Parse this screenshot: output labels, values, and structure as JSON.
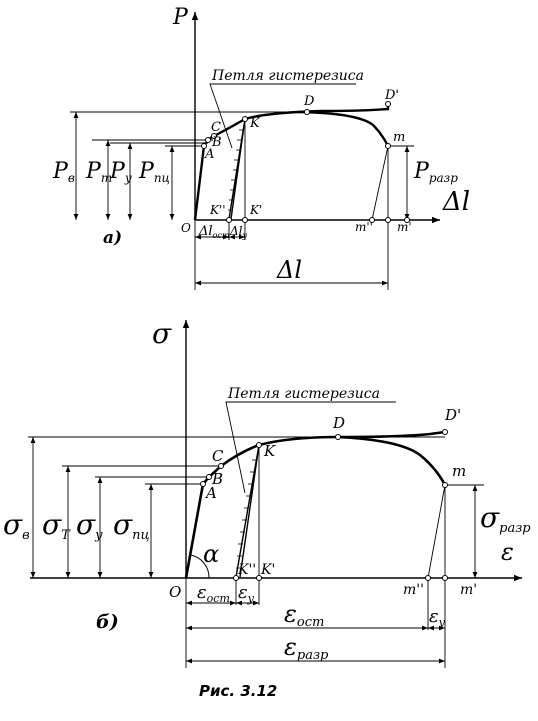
{
  "colors": {
    "ink": "#000000",
    "background": "#ffffff"
  },
  "caption": "Рис. 3.12",
  "diagram_a": {
    "tag": "а)",
    "axis_y": "P",
    "axis_x": "Δl",
    "loop_label": "Петля гистерезиса",
    "points": {
      "D": "D",
      "D_prime": "D'",
      "C": "C",
      "K": "K",
      "B": "B",
      "A": "A",
      "m": "m",
      "O": "O",
      "K2": "K''",
      "K1": "K'",
      "m2": "m''",
      "m1": "m'"
    },
    "levels": {
      "Pv_sym": "P",
      "Pv_sub": "в",
      "Pt_sym": "P",
      "Pt_sub": "т",
      "Py_sym": "P",
      "Py_sub": "у",
      "Ppc_sym": "P",
      "Ppc_sub": "пц",
      "Pr_sym": "P",
      "Pr_sub": "разр"
    },
    "dims": {
      "dl_ost_sym": "Δl",
      "dl_ost_sub": "ост",
      "dl_y_sym": "Δl",
      "dl_y_sub": "у",
      "dl_total": "Δl"
    }
  },
  "diagram_b": {
    "tag": "б)",
    "axis_y": "σ",
    "axis_x": "ε",
    "loop_label": "Петля гистерезиса",
    "angle": "α",
    "points": {
      "D": "D",
      "D_prime": "D'",
      "C": "C",
      "K": "K",
      "B": "B",
      "A": "A",
      "m": "m",
      "O": "O",
      "K2": "K''",
      "K1": "K'",
      "m2": "m''",
      "m1": "m'"
    },
    "levels": {
      "sv_sym": "σ",
      "sv_sub": "в",
      "sT_sym": "σ",
      "sT_sub": "T",
      "sy_sym": "σ",
      "sy_sub": "у",
      "spc_sym": "σ",
      "spc_sub": "пц",
      "sr_sym": "σ",
      "sr_sub": "разр"
    },
    "dims": {
      "e_ost_sym": "ε",
      "e_ost_sub": "ост",
      "e_y_sym": "ε",
      "e_y_sub": "у",
      "e_ost2_sym": "ε",
      "e_ost2_sub": "ост",
      "e_y2_sym": "ε",
      "e_y2_sub": "у",
      "e_r_sym": "ε",
      "e_r_sub": "разр"
    }
  }
}
